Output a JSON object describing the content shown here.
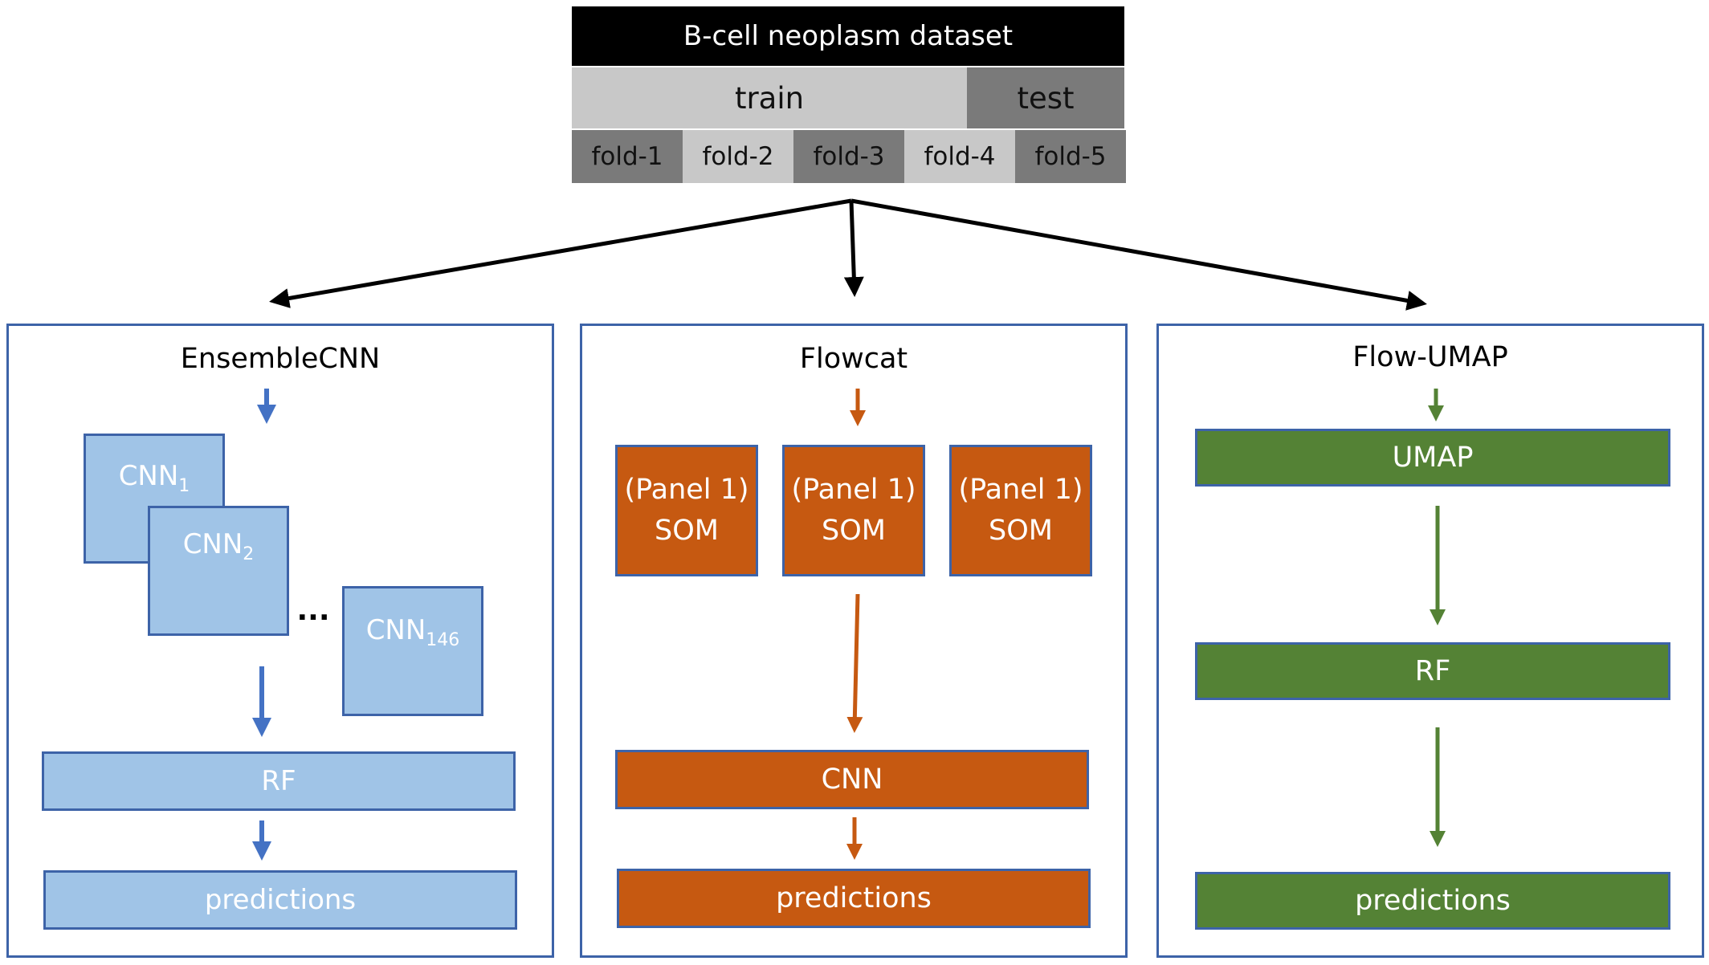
{
  "dataset": {
    "title": "B-cell neoplasm dataset",
    "train_label": "train",
    "test_label": "test",
    "folds": [
      "fold-1",
      "fold-2",
      "fold-3",
      "fold-4",
      "fold-5"
    ]
  },
  "ensemble": {
    "title": "EnsembleCNN",
    "cnn_prefix": "CNN",
    "cnn_subscripts": [
      "1",
      "2",
      "146"
    ],
    "ellipsis": "...",
    "rf_label": "RF",
    "predictions_label": "predictions"
  },
  "flowcat": {
    "title": "Flowcat",
    "som_line1": "(Panel 1)",
    "som_line2": "SOM",
    "cnn_label": "CNN",
    "predictions_label": "predictions"
  },
  "flowumap": {
    "title": "Flow-UMAP",
    "umap_label": "UMAP",
    "rf_label": "RF",
    "predictions_label": "predictions"
  },
  "colors": {
    "blue": "#a0c4e7",
    "blue_arrow": "#4472c4",
    "orange": "#c65911",
    "green": "#548235",
    "border": "#3d63a8"
  }
}
